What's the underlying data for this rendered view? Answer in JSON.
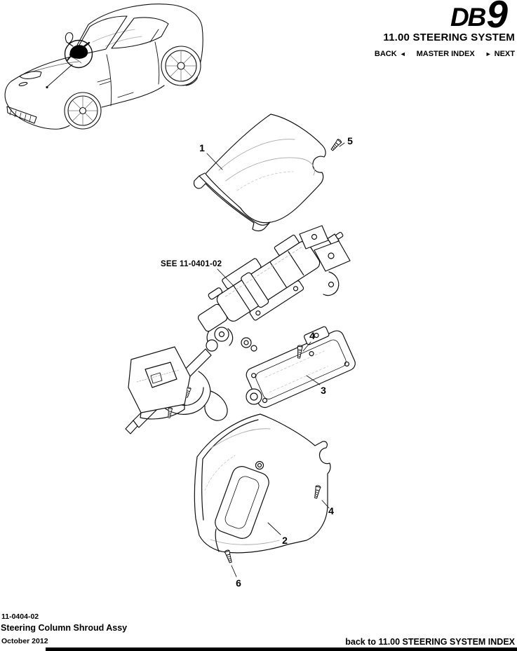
{
  "header": {
    "logo": {
      "db": "DB",
      "nine": "9"
    },
    "title": "11.00 STEERING SYSTEM",
    "nav": {
      "back": "BACK",
      "back_arrow": "◄",
      "master_index": "MASTER INDEX",
      "next_arrow": "►",
      "next": "NEXT"
    }
  },
  "diagram": {
    "see_reference": "SEE 11-0401-02",
    "callouts": [
      {
        "label": "1"
      },
      {
        "label": "5"
      },
      {
        "label": "4"
      },
      {
        "label": "3"
      },
      {
        "label": "4"
      },
      {
        "label": "2"
      },
      {
        "label": "6"
      }
    ]
  },
  "footer": {
    "doc_number": "11-0404-02",
    "doc_title": "Steering Column Shroud Assy",
    "date": "October 2012",
    "back_link": "back to 11.00 STEERING SYSTEM INDEX"
  },
  "colors": {
    "line": "#111111",
    "bar": "#000000"
  }
}
